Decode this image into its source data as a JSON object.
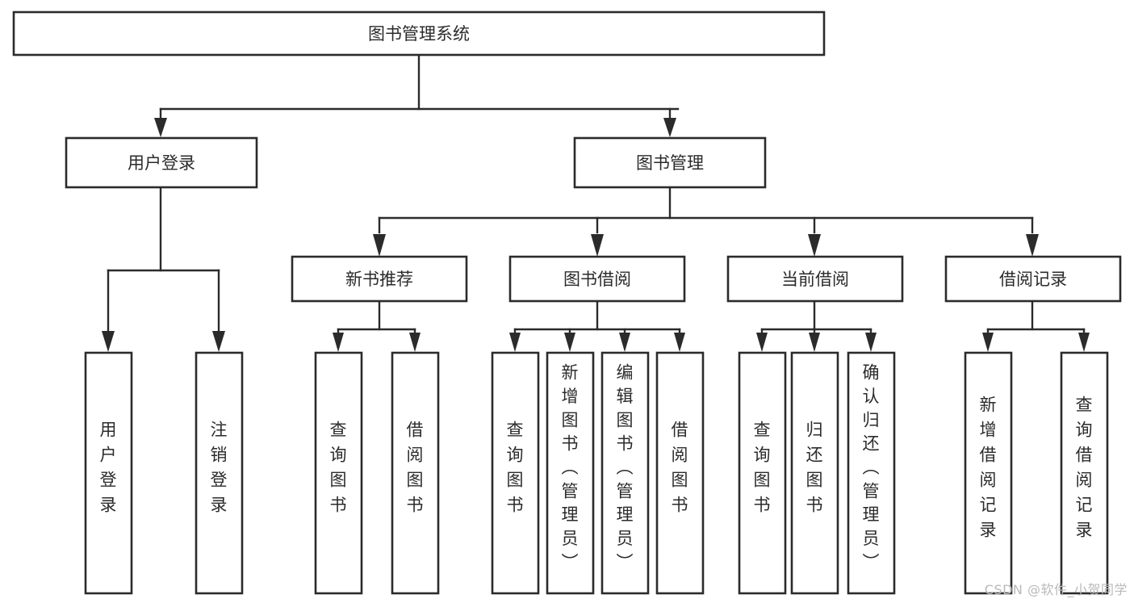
{
  "diagram": {
    "type": "tree",
    "title": "图书管理系统",
    "watermark": "CSDN @软件_小贺同学",
    "colors": {
      "stroke": "#2b2b2b",
      "fill": "#ffffff",
      "background": "#ffffff",
      "watermark": "#b9b9b9"
    },
    "levels": {
      "root": {
        "label": "图书管理系统"
      },
      "level2": [
        {
          "label": "用户登录"
        },
        {
          "label": "图书管理"
        }
      ],
      "level3": [
        {
          "label": "新书推荐"
        },
        {
          "label": "图书借阅"
        },
        {
          "label": "当前借阅"
        },
        {
          "label": "借阅记录"
        }
      ]
    },
    "leaves": {
      "user_login": [
        {
          "label": "用户登录"
        },
        {
          "label": "注销登录"
        }
      ],
      "new_book_recommend": [
        {
          "label": "查询图书"
        },
        {
          "label": "借阅图书"
        }
      ],
      "book_borrow": [
        {
          "label": "查询图书"
        },
        {
          "label": "新增图书（管理员）"
        },
        {
          "label": "编辑图书（管理员）"
        },
        {
          "label": "借阅图书"
        }
      ],
      "current_borrow": [
        {
          "label": "查询图书"
        },
        {
          "label": "归还图书"
        },
        {
          "label": "确认归还（管理员）"
        }
      ],
      "borrow_record": [
        {
          "label": "新增借阅记录"
        },
        {
          "label": "查询借阅记录"
        }
      ]
    }
  }
}
